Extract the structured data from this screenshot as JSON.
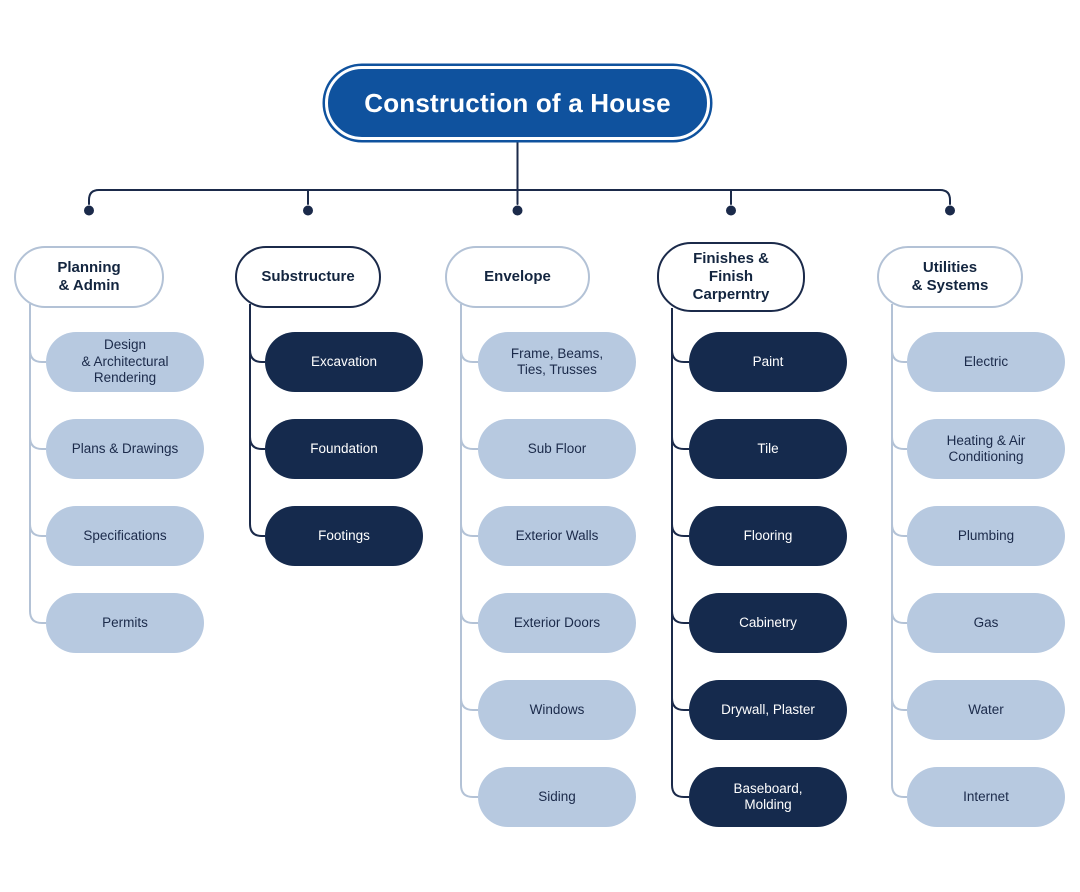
{
  "root": {
    "label": "Construction of a House"
  },
  "branches": [
    {
      "label": "Planning\n& Admin",
      "theme": "light",
      "children": [
        "Design\n& Architectural\nRendering",
        "Plans & Drawings",
        "Specifications",
        "Permits"
      ]
    },
    {
      "label": "Substructure",
      "theme": "dark",
      "children": [
        "Excavation",
        "Foundation",
        "Footings"
      ]
    },
    {
      "label": "Envelope",
      "theme": "light",
      "children": [
        "Frame, Beams,\nTies, Trusses",
        "Sub Floor",
        "Exterior Walls",
        "Exterior Doors",
        "Windows",
        "Siding"
      ]
    },
    {
      "label": "Finishes &\nFinish\nCarperntry",
      "theme": "dark",
      "children": [
        "Paint",
        "Tile",
        "Flooring",
        "Cabinetry",
        "Drywall, Plaster",
        "Baseboard,\nMolding"
      ]
    },
    {
      "label": "Utilities\n& Systems",
      "theme": "light",
      "children": [
        "Electric",
        "Heating & Air\nConditioning",
        "Plumbing",
        "Gas",
        "Water",
        "Internet"
      ]
    }
  ],
  "colors": {
    "root_fill": "#0f529e",
    "dark_node": "#152a4d",
    "light_node": "#b7c9e0",
    "dark_text": "#1b2a4a",
    "light_text": "#ffffff",
    "connector_dark": "#1b2a4a",
    "connector_light": "#b3c2d6"
  }
}
